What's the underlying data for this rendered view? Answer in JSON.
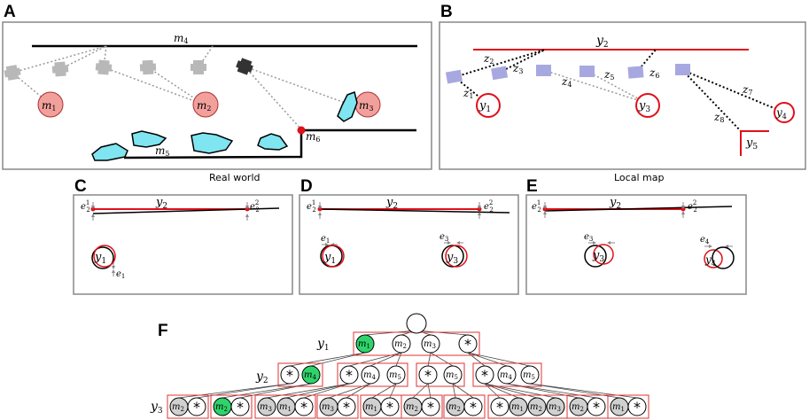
{
  "figure": {
    "panel_labels": {
      "a": "A",
      "b": "B",
      "c": "C",
      "d": "D",
      "e": "E",
      "f": "F"
    },
    "captions": {
      "real_world": "Real world",
      "local_map": "Local map"
    }
  },
  "panel_a": {
    "wall_label": "m",
    "wall_sub": "4",
    "corner_label": "m",
    "corner_sub": "6",
    "floor_label": "m",
    "floor_sub": "5",
    "landmarks": [
      {
        "name": "m",
        "sub": "1"
      },
      {
        "name": "m",
        "sub": "2"
      },
      {
        "name": "m",
        "sub": "3"
      }
    ],
    "colors": {
      "landmark_fill": "#f2a09c",
      "landmark_stroke": "#b33",
      "obstacle_fill": "#7fe5f0",
      "corner": "#e0101a",
      "pose_gray": "#b8b8b8",
      "pose_current": "#333333"
    }
  },
  "panel_b": {
    "line_label": "y",
    "line_sub": "2",
    "landmarks": [
      {
        "name": "y",
        "sub": "1"
      },
      {
        "name": "y",
        "sub": "3"
      },
      {
        "name": "y",
        "sub": "4"
      }
    ],
    "corner_label": "y",
    "corner_sub": "5",
    "measurements": [
      {
        "name": "z",
        "sub": "1"
      },
      {
        "name": "z",
        "sub": "2"
      },
      {
        "name": "z",
        "sub": "3"
      },
      {
        "name": "z",
        "sub": "4"
      },
      {
        "name": "z",
        "sub": "5"
      },
      {
        "name": "z",
        "sub": "6"
      },
      {
        "name": "z",
        "sub": "7"
      },
      {
        "name": "z",
        "sub": "8"
      }
    ],
    "colors": {
      "map": "#e0101a",
      "pose": "#a8a8e0"
    }
  },
  "panel_c": {
    "line_label": "y",
    "line_sub": "2",
    "circle_label": "y",
    "circle_sub": "1",
    "err1": "e",
    "err1_sub": "1"
  },
  "panel_d": {
    "line_label": "y",
    "line_sub": "2",
    "c1_label": "y",
    "c1_sub": "1",
    "c2_label": "y",
    "c2_sub": "3",
    "err1_sub": "1",
    "err2_sub": "3"
  },
  "panel_e": {
    "line_label": "y",
    "line_sub": "2",
    "c1_label": "y",
    "c1_sub": "3",
    "c2_label": "y",
    "c2_sub": "4",
    "err1_sub": "3",
    "err2_sub": "4"
  },
  "errors": {
    "e": "e",
    "sub2": "2",
    "sup1": "1",
    "sup2": "2"
  },
  "panel_f": {
    "rows": [
      {
        "name": "y",
        "sub": "1"
      },
      {
        "name": "y",
        "sub": "2"
      },
      {
        "name": "y",
        "sub": "3"
      }
    ],
    "level1": [
      "m1",
      "m2",
      "m3",
      "*"
    ],
    "level2_groups": [
      [
        "*",
        "m4"
      ],
      [
        "*",
        "m4",
        "m5"
      ],
      [
        "*",
        "m5"
      ],
      [
        "*",
        "m4",
        "m5"
      ]
    ],
    "level3_groups": [
      [
        "m2",
        "*"
      ],
      [
        "m2",
        "*"
      ],
      [
        "m3",
        "m1",
        "*"
      ],
      [
        "m3",
        "*"
      ],
      [
        "m1",
        "*"
      ],
      [
        "m2",
        "*"
      ],
      [
        "m2",
        "*"
      ],
      [
        "*",
        "m1",
        "m2",
        "m3"
      ],
      [
        "m2",
        "*"
      ],
      [
        "m1",
        "*"
      ]
    ],
    "colors": {
      "highlight": "#2ed46b",
      "gray": "#d0d0d0",
      "group_box": "#e03030"
    }
  }
}
